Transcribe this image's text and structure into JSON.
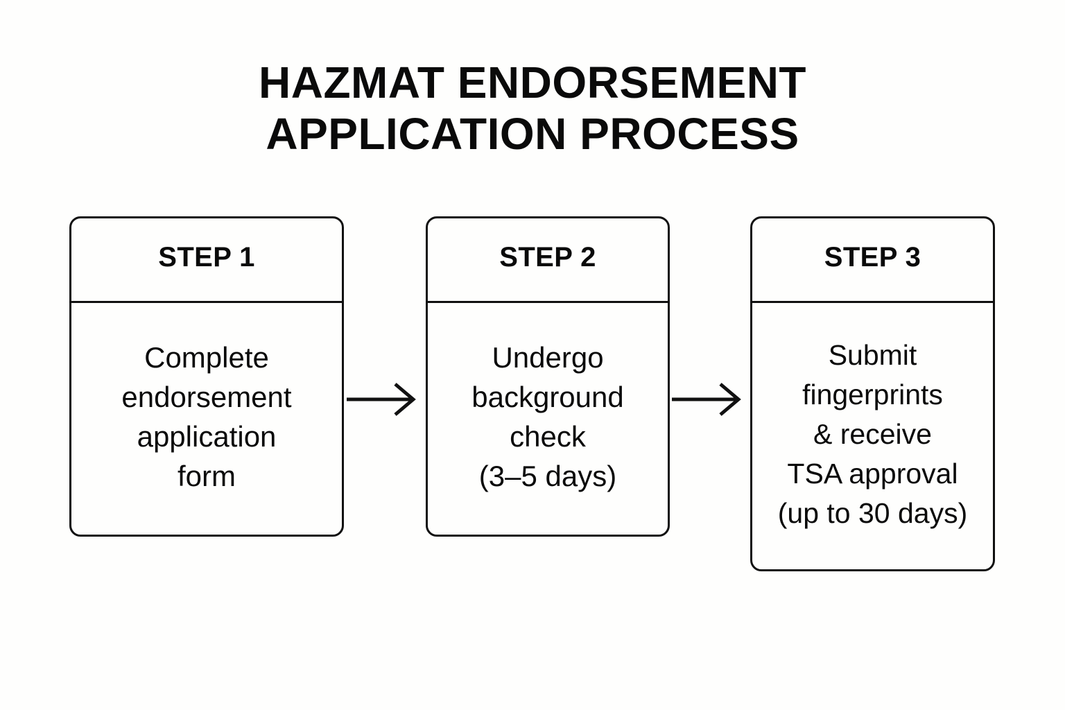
{
  "diagram": {
    "title": "HAZMAT ENDORSEMENT\nAPPLICATION PROCESS",
    "background_color": "#FEFEFD",
    "stroke_color": "#111111",
    "text_color": "#0A0A0A",
    "steps": [
      {
        "header": "STEP 1",
        "body": "Complete\nendorsement\napplication\nform"
      },
      {
        "header": "STEP 2",
        "body": "Undergo\nbackground\ncheck\n(3–5 days)"
      },
      {
        "header": "STEP 3",
        "body": "Submit\nfingerprints\n& receive\nTSA approval\n(up to 30 days)"
      }
    ],
    "connectors": [
      {
        "name": "arrow-step1-to-step2",
        "glyph": "→"
      },
      {
        "name": "arrow-step2-to-step3",
        "glyph": "→"
      }
    ]
  }
}
